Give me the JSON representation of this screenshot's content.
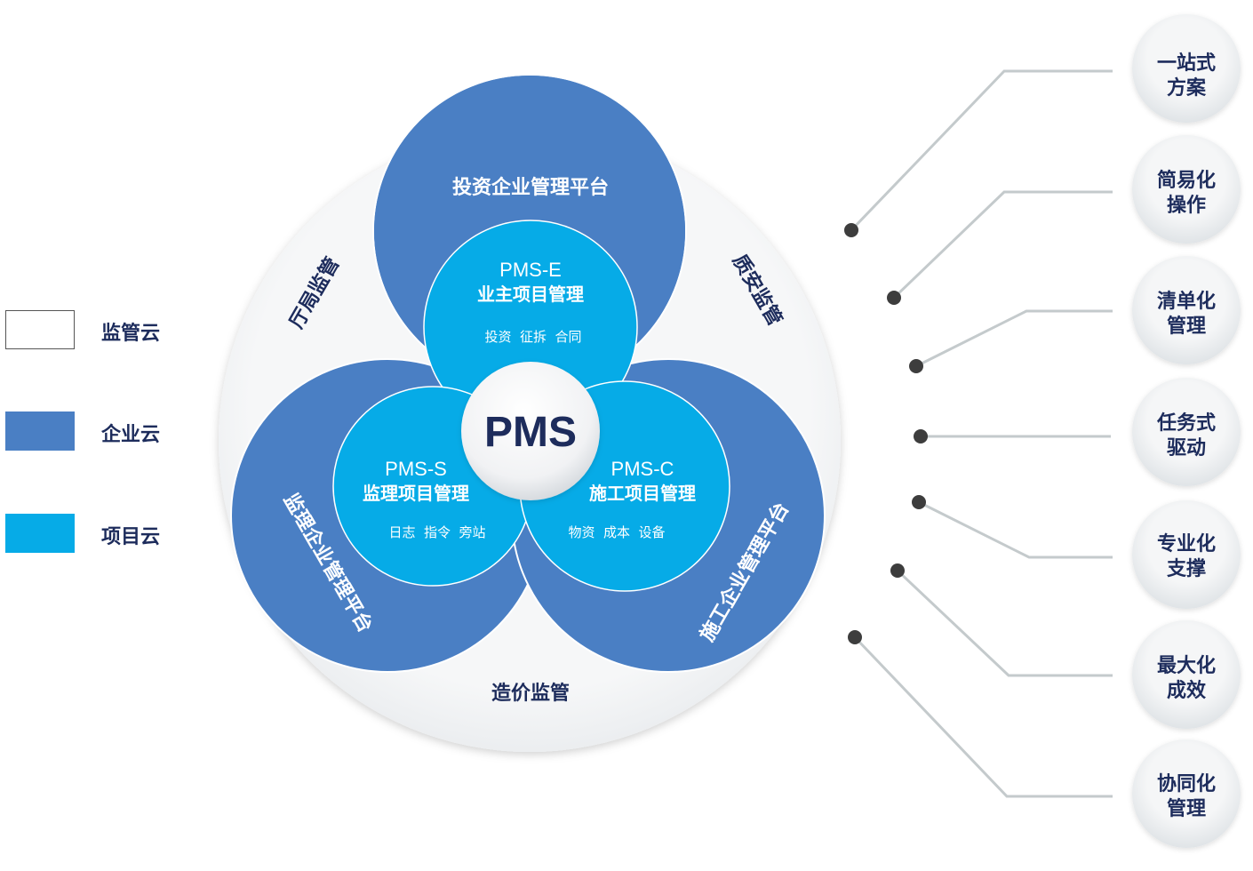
{
  "legend": [
    {
      "label": "监管云",
      "color": "#ffffff"
    },
    {
      "label": "企业云",
      "color": "#4a7fc4"
    },
    {
      "label": "项目云",
      "color": "#06abe7"
    }
  ],
  "supervision": {
    "left": "厅局监管",
    "right": "质安监管",
    "bottom": "造价监管"
  },
  "enterprise": {
    "top": "投资企业管理平台",
    "left": "监理企业管理平台",
    "right": "施工企业管理平台"
  },
  "projects": {
    "e": {
      "code": "PMS-E",
      "name": "业主项目管理",
      "items": "投资  征拆  合同"
    },
    "s": {
      "code": "PMS-S",
      "name": "监理项目管理",
      "items": "日志  指令  旁站"
    },
    "c": {
      "code": "PMS-C",
      "name": "施工项目管理",
      "items": "物资  成本  设备"
    }
  },
  "center": "PMS",
  "features": [
    {
      "line1": "一站式",
      "line2": "方案"
    },
    {
      "line1": "简易化",
      "line2": "操作"
    },
    {
      "line1": "清单化",
      "line2": "管理"
    },
    {
      "line1": "任务式",
      "line2": "驱动"
    },
    {
      "line1": "专业化",
      "line2": "支撑"
    },
    {
      "line1": "最大化",
      "line2": "成效"
    },
    {
      "line1": "协同化",
      "line2": "管理"
    }
  ],
  "colors": {
    "navy": "#1d2c5c",
    "enterprise_blue": "#4a7fc4",
    "project_blue": "#06abe7",
    "connector_gray": "#c4cacc",
    "dot": "#3d3d3d"
  }
}
